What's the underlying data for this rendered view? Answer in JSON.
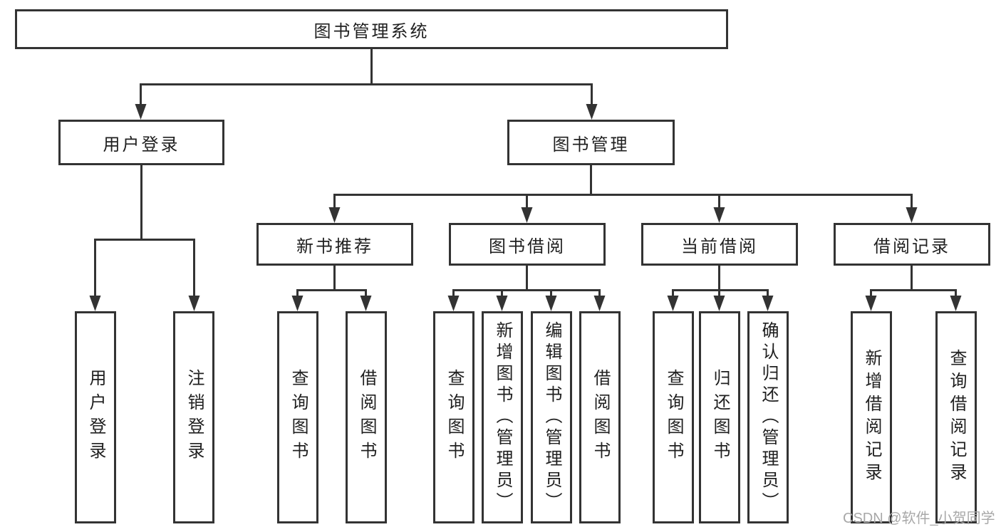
{
  "diagram": {
    "title": "图书管理系统",
    "tree": {
      "label": "图书管理系统",
      "children": [
        {
          "label": "用户登录",
          "children": [
            {
              "label": "用户登录"
            },
            {
              "label": "注销登录"
            }
          ]
        },
        {
          "label": "图书管理",
          "children": [
            {
              "label": "新书推荐",
              "children": [
                {
                  "label": "查询图书"
                },
                {
                  "label": "借阅图书"
                }
              ]
            },
            {
              "label": "图书借阅",
              "children": [
                {
                  "label": "查询图书"
                },
                {
                  "label": "新增图书（管理员）"
                },
                {
                  "label": "编辑图书（管理员）"
                },
                {
                  "label": "借阅图书"
                }
              ]
            },
            {
              "label": "当前借阅",
              "children": [
                {
                  "label": "查询图书"
                },
                {
                  "label": "归还图书"
                },
                {
                  "label": "确认归还（管理员）"
                }
              ]
            },
            {
              "label": "借阅记录",
              "children": [
                {
                  "label": "新增借阅记录"
                },
                {
                  "label": "查询借阅记录"
                }
              ]
            }
          ]
        }
      ]
    },
    "watermark": "CSDN @软件_小贺同学"
  },
  "colors": {
    "line-color": "#333333",
    "text-color": "#1f1f1f",
    "bg-color": "#ffffff",
    "watermark-color": "#a8a8a8"
  }
}
